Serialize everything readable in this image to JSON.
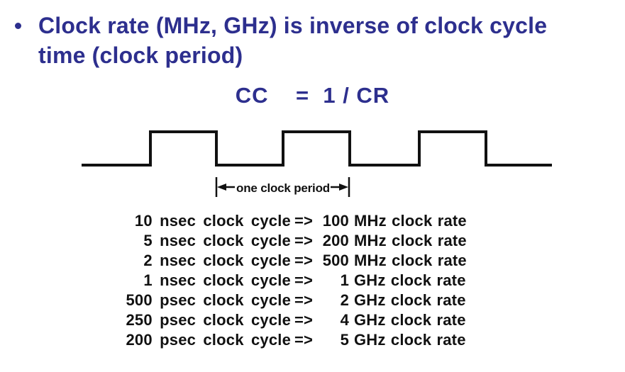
{
  "slide": {
    "colors": {
      "heading": "#2d2f8e",
      "body_text": "#111111",
      "background": "#ffffff"
    },
    "title": {
      "line1": "Clock rate (MHz, GHz) is inverse of clock cycle",
      "line2": "time (clock period)"
    },
    "formula": "CC    =  1 / CR",
    "waveform": {
      "period_label": "one clock period"
    },
    "conversions": [
      {
        "cycle": "10 nsec clock cycle",
        "arrow": "=>",
        "rate_value": "100",
        "rate_unit": "MHz clock rate"
      },
      {
        "cycle": "5 nsec clock cycle",
        "arrow": "=>",
        "rate_value": "200",
        "rate_unit": "MHz clock rate"
      },
      {
        "cycle": "2 nsec clock cycle",
        "arrow": "=>",
        "rate_value": "500",
        "rate_unit": "MHz clock rate"
      },
      {
        "cycle": "1 nsec clock cycle",
        "arrow": "=>",
        "rate_value": "1",
        "rate_unit": "GHz clock rate"
      },
      {
        "cycle": "500 psec clock cycle",
        "arrow": "=>",
        "rate_value": "2",
        "rate_unit": "GHz clock rate"
      },
      {
        "cycle": "250 psec clock cycle",
        "arrow": "=>",
        "rate_value": "4",
        "rate_unit": "GHz clock rate"
      },
      {
        "cycle": "200 psec clock cycle",
        "arrow": "=>",
        "rate_value": "5",
        "rate_unit": "GHz clock rate"
      }
    ]
  }
}
